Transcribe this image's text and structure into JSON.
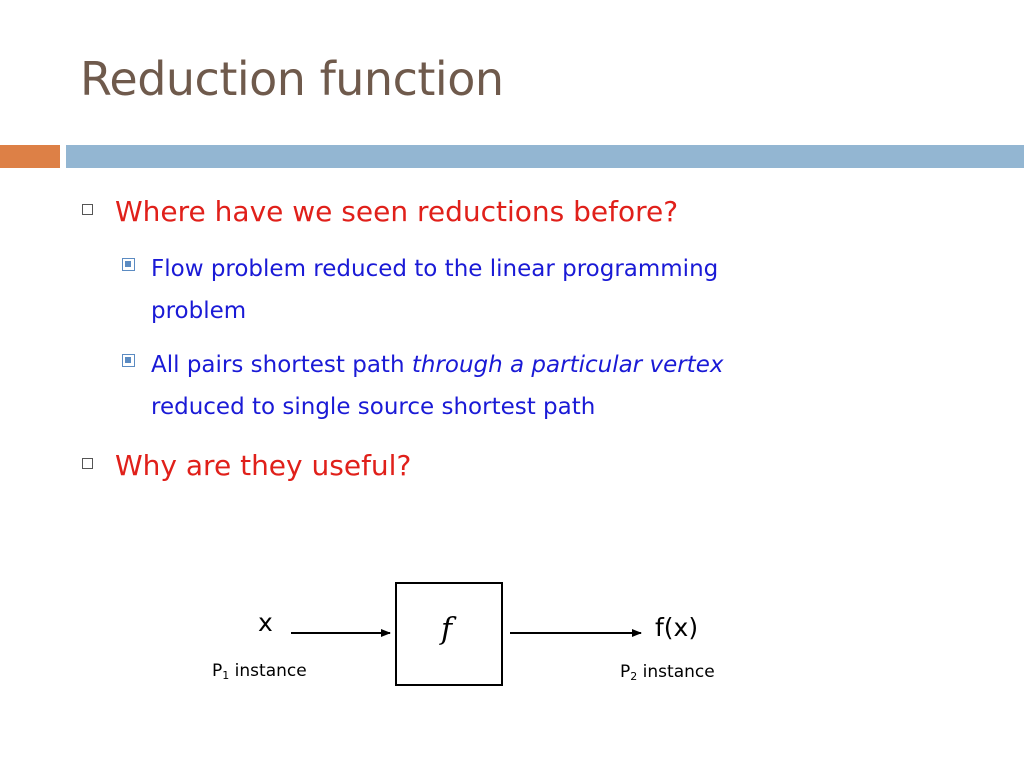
{
  "slide": {
    "title": "Reduction function",
    "bullets": [
      {
        "text": "Where have we seen reductions before?"
      },
      {
        "text": "Why are they useful?"
      }
    ],
    "sub_bullets": [
      {
        "line1": "Flow problem reduced to the linear programming",
        "line2": "problem"
      },
      {
        "pre": "All pairs shortest path ",
        "italic": "through a particular vertex",
        "line2": "reduced to single source shortest path"
      }
    ]
  },
  "diagram": {
    "input_label": "x",
    "function_label": "f",
    "output_label": "f(x)",
    "input_instance": {
      "prefix": "P",
      "subscript": "1",
      "suffix": "instance"
    },
    "output_instance": {
      "prefix": "P",
      "subscript": "2",
      "suffix": "instance"
    }
  },
  "colors": {
    "title": "#6f5a4c",
    "accent_bar": "#dd8046",
    "main_bar": "#93b6d2",
    "level1_text": "#e0201a",
    "level2_text": "#1a1ad6"
  }
}
